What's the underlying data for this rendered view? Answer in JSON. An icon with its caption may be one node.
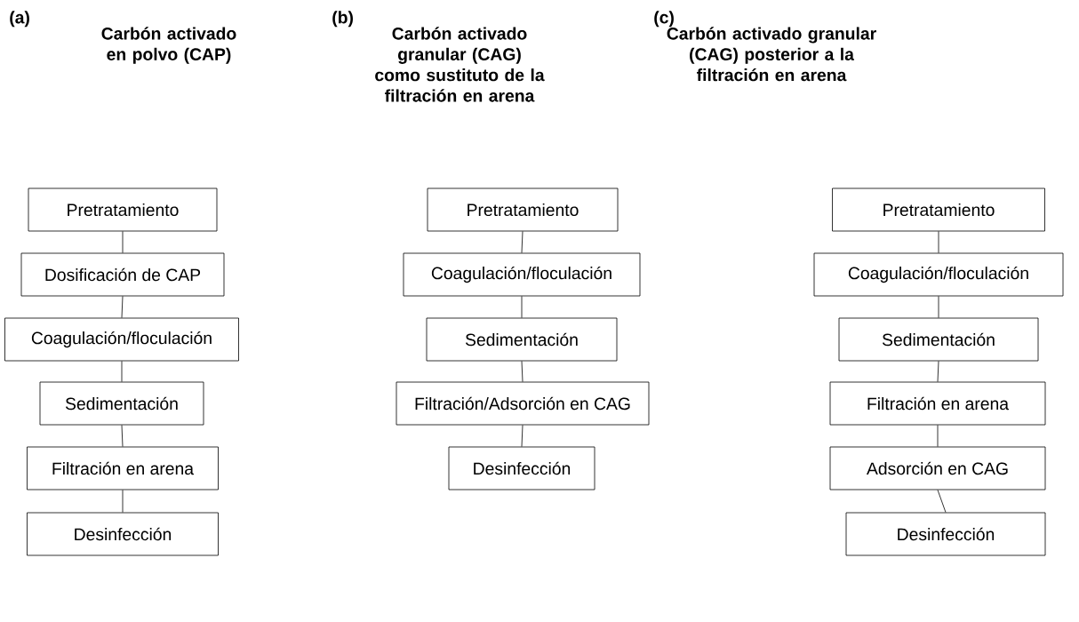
{
  "diagram": {
    "nodes": [
      {
        "text": [
          "Pretratamiento"
        ]
      },
      {
        "text": [
          "Dosificación de CAP"
        ]
      },
      {
        "text": [
          "Coagulación/floculación"
        ]
      },
      {
        "text": [
          "Sedimentación"
        ]
      },
      {
        "text": [
          "Filtración en arena"
        ]
      },
      {
        "text": [
          "Desinfección"
        ]
      },
      {
        "text": [
          "Pretratamiento"
        ]
      },
      {
        "text": [
          "Coagulación/floculación"
        ]
      },
      {
        "text": [
          "Sedimentación"
        ]
      },
      {
        "text": [
          "Filtración/Adsorción en CAG"
        ]
      },
      {
        "text": [
          "Desinfección"
        ]
      },
      {
        "text": [
          "Pretratamiento"
        ]
      },
      {
        "text": [
          "Coagulación/floculación"
        ]
      },
      {
        "text": [
          "Sedimentación"
        ]
      },
      {
        "text": [
          "Filtración en arena"
        ]
      },
      {
        "text": [
          "Adsorción en CAG"
        ]
      },
      {
        "text": [
          "Desinfección"
        ]
      }
    ],
    "edges": [
      {
        "from": 0,
        "to": 1,
        "arrow": "none"
      },
      {
        "from": 1,
        "to": 2,
        "arrow": "none"
      },
      {
        "from": 2,
        "to": 3,
        "arrow": "none"
      },
      {
        "from": 3,
        "to": 4,
        "arrow": "none"
      },
      {
        "from": 4,
        "to": 5,
        "arrow": "none"
      },
      {
        "from": 6,
        "to": 7,
        "arrow": "none"
      },
      {
        "from": 7,
        "to": 8,
        "arrow": "none"
      },
      {
        "from": 8,
        "to": 9,
        "arrow": "none"
      },
      {
        "from": 9,
        "to": 10,
        "arrow": "none"
      },
      {
        "from": 11,
        "to": 12,
        "arrow": "none"
      },
      {
        "from": 12,
        "to": 13,
        "arrow": "none"
      },
      {
        "from": 13,
        "to": 14,
        "arrow": "none"
      },
      {
        "from": 14,
        "to": 15,
        "arrow": "none"
      },
      {
        "from": 15,
        "to": 16,
        "arrow": "none"
      }
    ],
    "labels": [
      "(a)",
      "Carbón activado en polvo (CAP)",
      "(b)",
      "Carbón activado granular (CAG) como sustituto de la filtración en arena",
      "(c)",
      "Carbón activado granular (CAG) posterior a la filtración en arena"
    ]
  }
}
